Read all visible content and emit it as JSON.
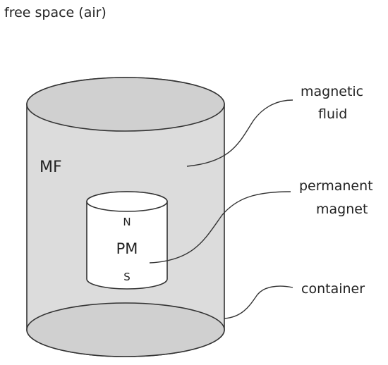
{
  "free_space_label": "free space (air)",
  "region_labels": {
    "magnetic_fluid_abbrev": "MF",
    "permanent_magnet_abbrev": "PM",
    "north_pole": "N",
    "south_pole": "S"
  },
  "callouts": {
    "magnetic_fluid": [
      "magnetic",
      "fluid"
    ],
    "permanent_magnet": [
      "permanent",
      "magnet"
    ],
    "container": [
      "container"
    ]
  },
  "colors": {
    "container_fill": "#dcdcdc",
    "container_ellipse_fill": "#d0d0d0",
    "magnet_fill": "#ffffff",
    "stroke": "#333333",
    "text": "#222222"
  }
}
